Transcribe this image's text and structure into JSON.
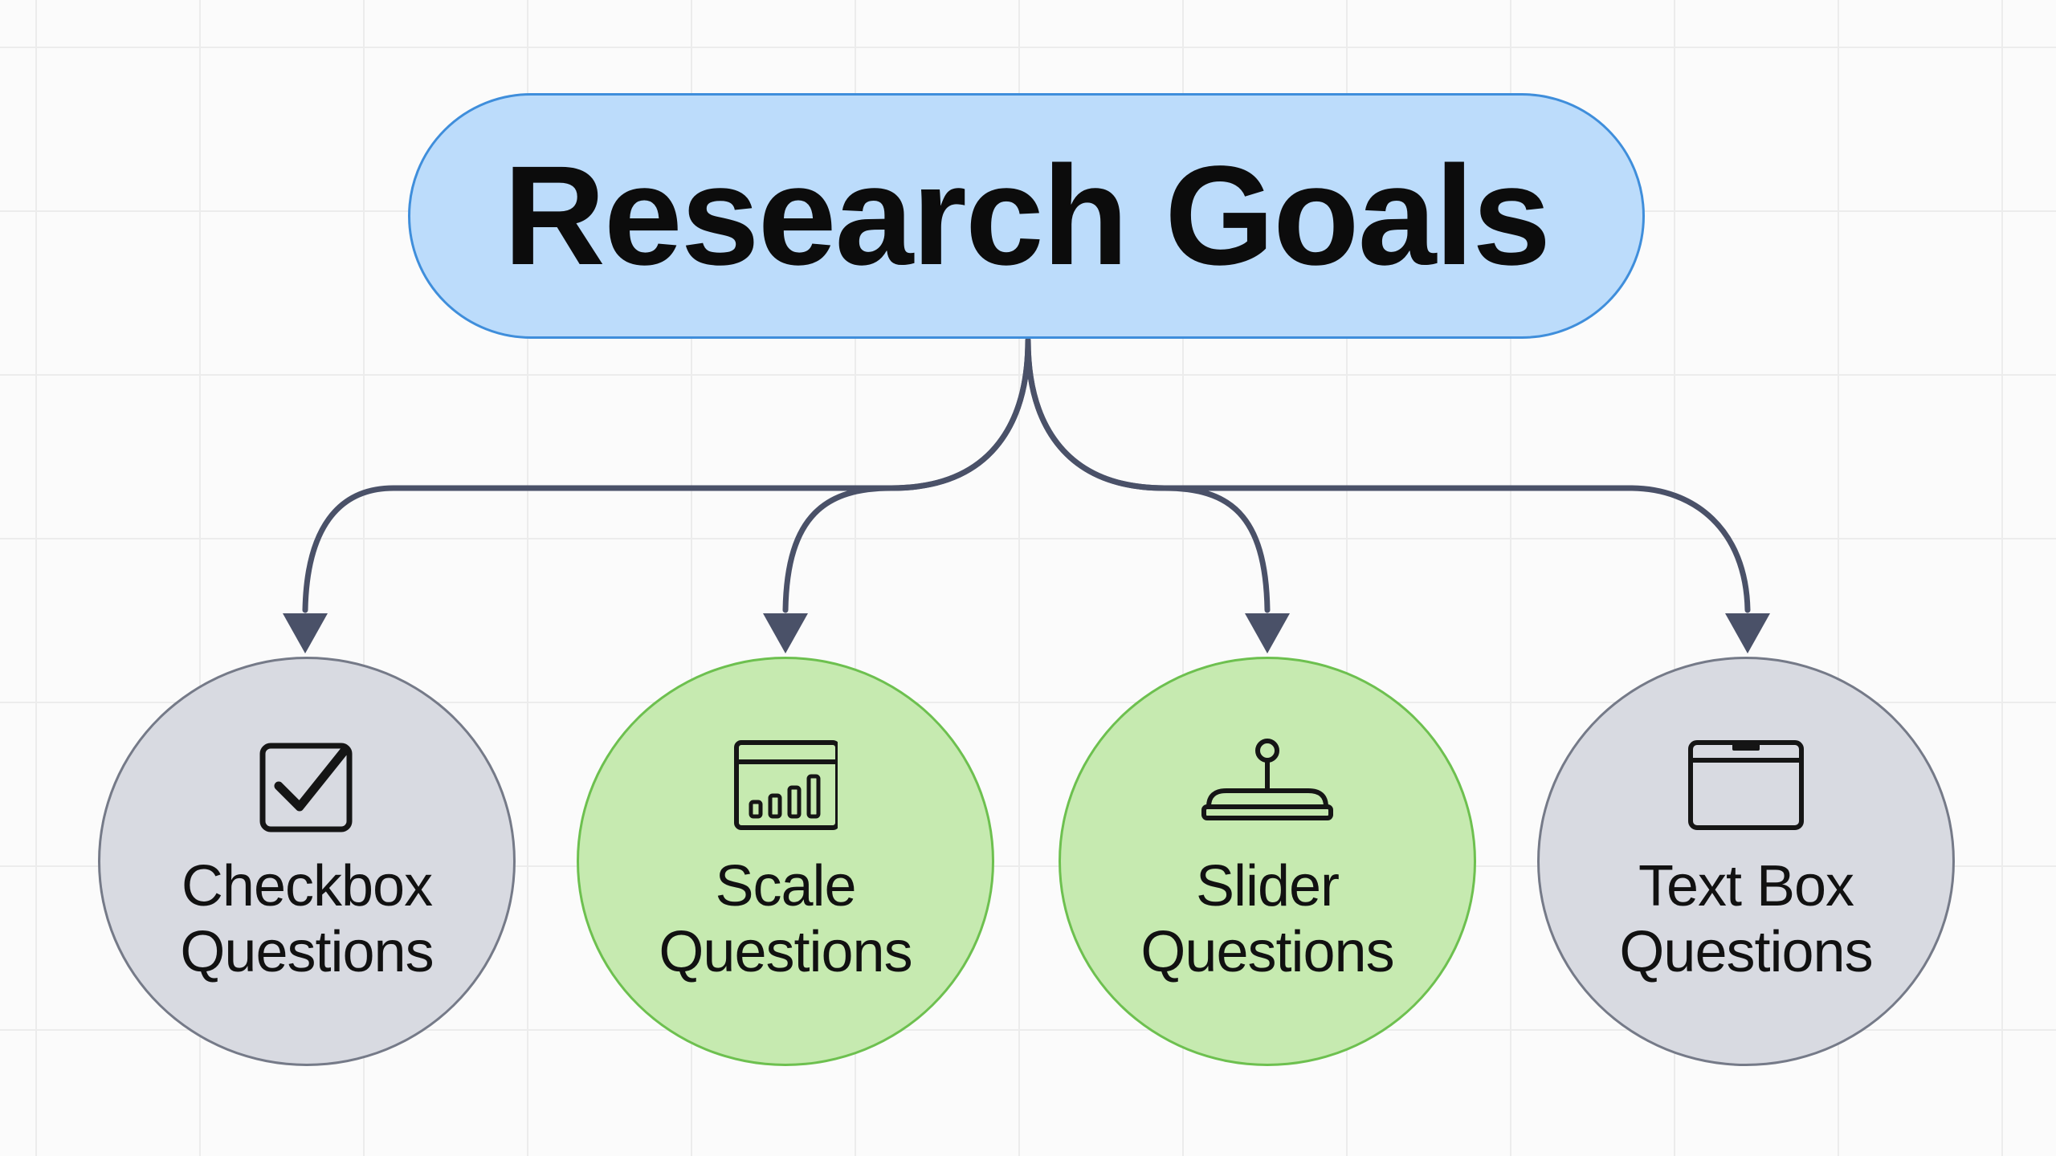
{
  "diagram": {
    "root": {
      "label": "Research Goals",
      "fill": "#bcdcfb",
      "stroke": "#3f8edb"
    },
    "connector_color": "#4a5168",
    "children": [
      {
        "line1": "Checkbox",
        "line2": "Questions",
        "icon": "checkbox-icon",
        "fill": "#d8dae1",
        "stroke": "#757a88"
      },
      {
        "line1": "Scale",
        "line2": "Questions",
        "icon": "bar-chart-scale-icon",
        "fill": "#c6eab0",
        "stroke": "#6dc04f"
      },
      {
        "line1": "Slider",
        "line2": "Questions",
        "icon": "slider-icon",
        "fill": "#c6eab0",
        "stroke": "#6dc04f"
      },
      {
        "line1": "Text Box",
        "line2": "Questions",
        "icon": "text-box-icon",
        "fill": "#d8dae1",
        "stroke": "#757a88"
      }
    ]
  }
}
